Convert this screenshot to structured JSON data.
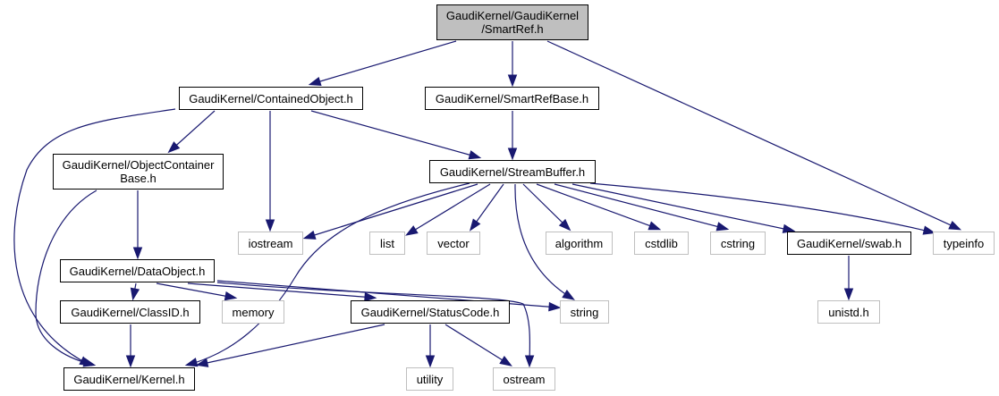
{
  "diagram": {
    "title": "Include dependency graph for GaudiKernel/GaudiKernel/SmartRef.h",
    "colors": {
      "edge": "#191970",
      "root_fill": "#bfbfbf",
      "internal_border": "#000000",
      "external_border": "#bfbfbf"
    },
    "nodes": [
      {
        "id": "smartref",
        "label": "GaudiKernel/GaudiKernel\n/SmartRef.h",
        "kind": "root"
      },
      {
        "id": "containedobject",
        "label": "GaudiKernel/ContainedObject.h",
        "kind": "internal"
      },
      {
        "id": "smartrefbase",
        "label": "GaudiKernel/SmartRefBase.h",
        "kind": "internal"
      },
      {
        "id": "objectcontainerbase",
        "label": "GaudiKernel/ObjectContainer\nBase.h",
        "kind": "internal"
      },
      {
        "id": "streambuffer",
        "label": "GaudiKernel/StreamBuffer.h",
        "kind": "internal"
      },
      {
        "id": "iostream",
        "label": "iostream",
        "kind": "external"
      },
      {
        "id": "list",
        "label": "list",
        "kind": "external"
      },
      {
        "id": "vector",
        "label": "vector",
        "kind": "external"
      },
      {
        "id": "algorithm",
        "label": "algorithm",
        "kind": "external"
      },
      {
        "id": "cstdlib",
        "label": "cstdlib",
        "kind": "external"
      },
      {
        "id": "cstring",
        "label": "cstring",
        "kind": "external"
      },
      {
        "id": "swab",
        "label": "GaudiKernel/swab.h",
        "kind": "internal"
      },
      {
        "id": "typeinfo",
        "label": "typeinfo",
        "kind": "external"
      },
      {
        "id": "dataobject",
        "label": "GaudiKernel/DataObject.h",
        "kind": "internal"
      },
      {
        "id": "classid",
        "label": "GaudiKernel/ClassID.h",
        "kind": "internal"
      },
      {
        "id": "memory",
        "label": "memory",
        "kind": "external"
      },
      {
        "id": "statuscode",
        "label": "GaudiKernel/StatusCode.h",
        "kind": "internal"
      },
      {
        "id": "string",
        "label": "string",
        "kind": "external"
      },
      {
        "id": "unistd",
        "label": "unistd.h",
        "kind": "external"
      },
      {
        "id": "kernel",
        "label": "GaudiKernel/Kernel.h",
        "kind": "internal"
      },
      {
        "id": "utility",
        "label": "utility",
        "kind": "external"
      },
      {
        "id": "ostream",
        "label": "ostream",
        "kind": "external"
      }
    ],
    "edges": [
      {
        "from": "smartref",
        "to": "containedobject"
      },
      {
        "from": "smartref",
        "to": "smartrefbase"
      },
      {
        "from": "smartref",
        "to": "typeinfo"
      },
      {
        "from": "containedobject",
        "to": "objectcontainerbase"
      },
      {
        "from": "containedobject",
        "to": "iostream"
      },
      {
        "from": "containedobject",
        "to": "streambuffer"
      },
      {
        "from": "containedobject",
        "to": "kernel"
      },
      {
        "from": "smartrefbase",
        "to": "streambuffer"
      },
      {
        "from": "objectcontainerbase",
        "to": "dataobject"
      },
      {
        "from": "objectcontainerbase",
        "to": "kernel"
      },
      {
        "from": "streambuffer",
        "to": "iostream"
      },
      {
        "from": "streambuffer",
        "to": "list"
      },
      {
        "from": "streambuffer",
        "to": "vector"
      },
      {
        "from": "streambuffer",
        "to": "algorithm"
      },
      {
        "from": "streambuffer",
        "to": "cstdlib"
      },
      {
        "from": "streambuffer",
        "to": "cstring"
      },
      {
        "from": "streambuffer",
        "to": "swab"
      },
      {
        "from": "streambuffer",
        "to": "typeinfo"
      },
      {
        "from": "streambuffer",
        "to": "string"
      },
      {
        "from": "streambuffer",
        "to": "kernel"
      },
      {
        "from": "dataobject",
        "to": "classid"
      },
      {
        "from": "dataobject",
        "to": "memory"
      },
      {
        "from": "dataobject",
        "to": "statuscode"
      },
      {
        "from": "dataobject",
        "to": "string"
      },
      {
        "from": "dataobject",
        "to": "ostream"
      },
      {
        "from": "classid",
        "to": "kernel"
      },
      {
        "from": "statuscode",
        "to": "kernel"
      },
      {
        "from": "statuscode",
        "to": "utility"
      },
      {
        "from": "statuscode",
        "to": "ostream"
      },
      {
        "from": "swab",
        "to": "unistd"
      }
    ]
  }
}
